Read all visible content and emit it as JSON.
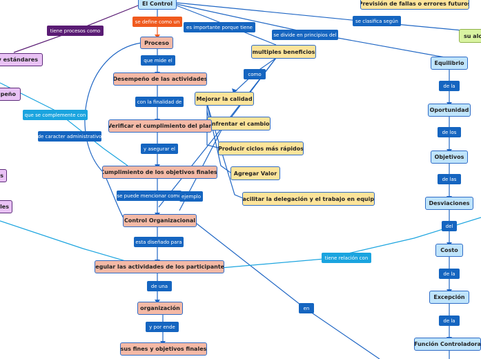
{
  "nodes": {
    "el_control": "El Control",
    "prevision": "Previsión de fallas o errores futuros",
    "su_alc": "su alc",
    "proceso": "Proceso",
    "multiples": "multiples beneficios",
    "equilibrio": "Equilibrio",
    "estandares": "e y estándares",
    "desempeno_left": "peño",
    "desempeno": "Desempeño de las actividades",
    "mejorar": "Mejorar la calidad",
    "oportunidad": "Oportunidad",
    "enfrentar": "Enfrentar el cambio",
    "verificar": "Verificar el cumplimiento del plan",
    "producir": "Producir ciclos más rápidos",
    "objetivos": "Objetivos",
    "cumplimiento": "Cumplimiento de los objetivos finales.",
    "agregar": "Agregar Valor",
    "left_s": "s",
    "facilitar": "Facilitar la delegación y el trabajo en equipo",
    "desviaciones": "Desviaciones",
    "left_les": "les",
    "control_org": "Control Organizacional",
    "costo": "Costo",
    "regular": "Regular las actividades de los participantes",
    "excepcion": "Excepción",
    "organizacion": "organización",
    "funcion": "Función Controladora",
    "sus_fines": "sus fines y objetivos finales"
  },
  "labels": {
    "tiene_procesos": "tiene procesos como",
    "se_define": "se define como un",
    "es_importante": "es importante porque tiene",
    "se_divide": "se divide en principios del",
    "se_clasifica": "se clasifica según",
    "que_mide": "que mide el",
    "como": "como",
    "que_se_complementa": "que se complemente con",
    "con_la_finalidad": "con la finalidad de",
    "de_caracter": "de caracter administrativo",
    "y_asegurar": "y asegurar el",
    "se_puede": "se puede mencionar como",
    "ejemplo": "ejemplo",
    "esta_disenado": "esta diseñado para",
    "tiene_relacion": "tiene relación con",
    "de_una": "de una",
    "y_por_ende": "y por ende",
    "en": "en",
    "de_la_1": "de la",
    "de_los_1": "de los",
    "de_las": "de las",
    "del": "del",
    "de_la_2": "de la",
    "de_la_3": "de la"
  }
}
